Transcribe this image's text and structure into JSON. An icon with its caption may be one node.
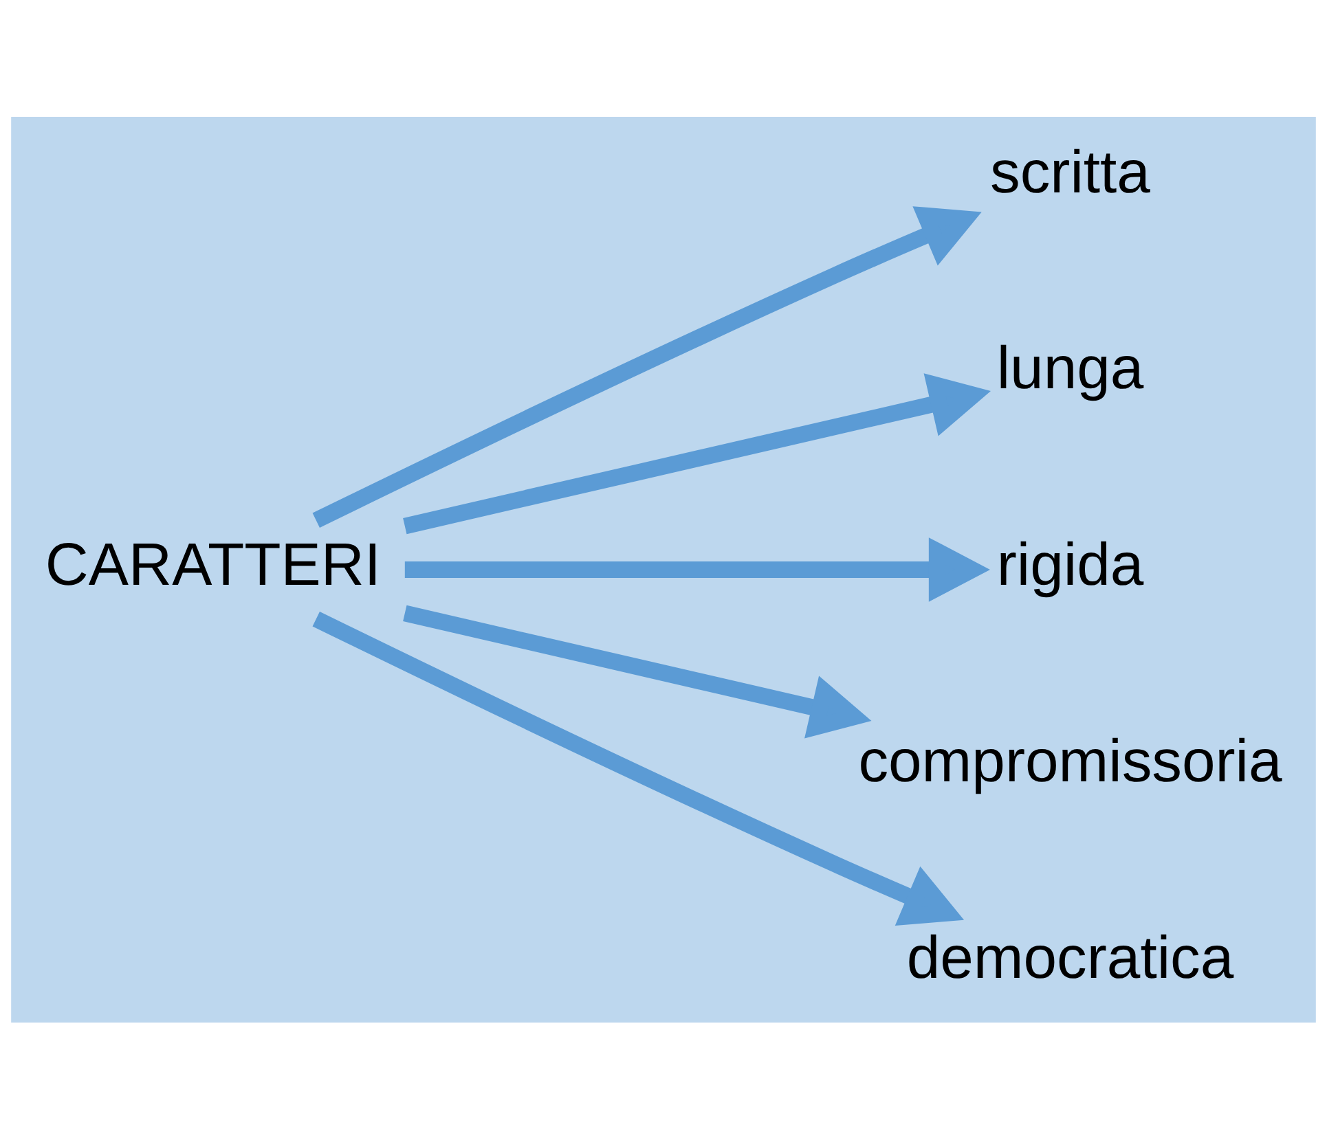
{
  "diagram": {
    "nodes": [
      {
        "text": [
          "CARATTERI"
        ]
      },
      {
        "text": [
          "scritta"
        ]
      },
      {
        "text": [
          "lunga"
        ]
      },
      {
        "text": [
          "rigida"
        ]
      },
      {
        "text": [
          "compromissoria"
        ]
      },
      {
        "text": [
          "democratica"
        ]
      }
    ],
    "edges": [
      {
        "from": 0,
        "to": 1,
        "arrow": "to"
      },
      {
        "from": 0,
        "to": 2,
        "arrow": "to"
      },
      {
        "from": 0,
        "to": 3,
        "arrow": "to"
      },
      {
        "from": 0,
        "to": 4,
        "arrow": "to"
      },
      {
        "from": 0,
        "to": 5,
        "arrow": "to"
      }
    ]
  }
}
